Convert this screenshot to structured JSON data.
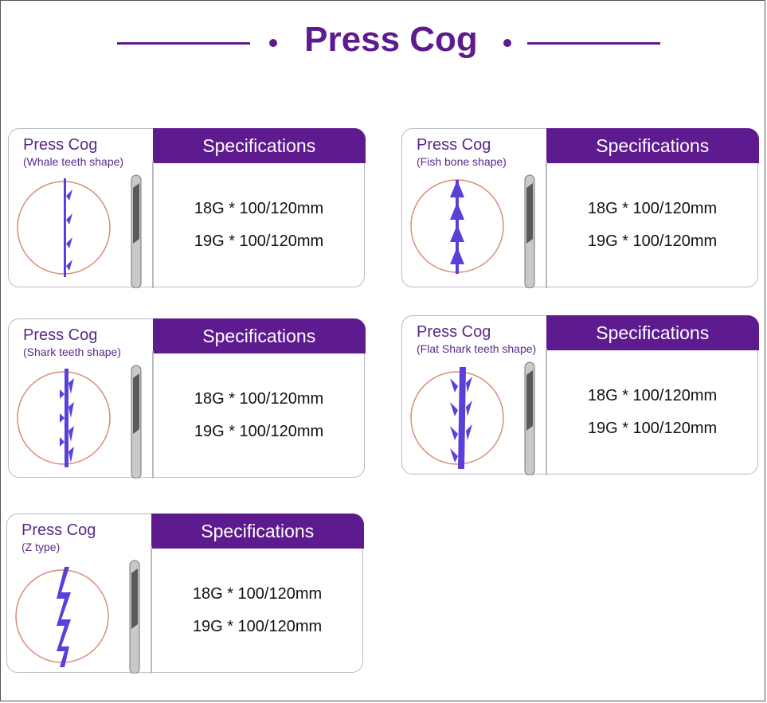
{
  "header": {
    "title": "Press Cog"
  },
  "spec_label": "Specifications",
  "cards": [
    {
      "name": "Press Cog",
      "shape": "(Whale teeth shape)",
      "specs": [
        "18G * 100/120mm",
        "19G * 100/120mm"
      ]
    },
    {
      "name": "Press Cog",
      "shape": "(Fish bone shape)",
      "specs": [
        "18G * 100/120mm",
        "19G * 100/120mm"
      ]
    },
    {
      "name": "Press Cog",
      "shape": "(Shark teeth shape)",
      "specs": [
        "18G * 100/120mm",
        "19G * 100/120mm"
      ]
    },
    {
      "name": "Press Cog",
      "shape": "(Flat Shark teeth shape)",
      "specs": [
        "18G * 100/120mm",
        "19G * 100/120mm"
      ]
    },
    {
      "name": "Press Cog",
      "shape": "(Z type)",
      "specs": [
        "18G * 100/120mm",
        "19G * 100/120mm"
      ]
    }
  ],
  "colors": {
    "brand_purple": "#5e1b8f",
    "thread_blue": "#5b3fd8",
    "circle_red": "#d98c77"
  }
}
